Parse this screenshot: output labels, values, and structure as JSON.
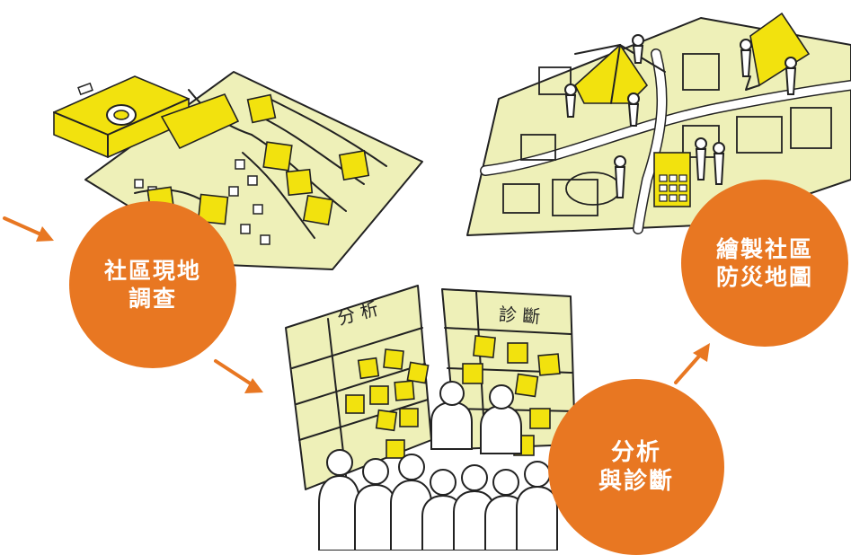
{
  "steps": {
    "survey": {
      "line1": "社區現地",
      "line2": "調查"
    },
    "analysis": {
      "line1": "分析",
      "line2": "與診斷"
    },
    "mapping": {
      "line1": "繪製社區",
      "line2": "防災地圖"
    }
  },
  "boards": {
    "left_heading": "分 析",
    "right_heading": "診 斷"
  },
  "colors": {
    "accent": "#e87722",
    "note_yellow": "#f2e20e",
    "map_fill": "#eef0b8"
  }
}
